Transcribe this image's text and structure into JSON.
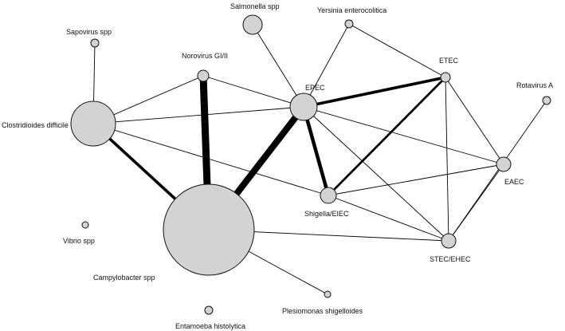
{
  "network": {
    "nodes": [
      {
        "id": "sapovirus",
        "label": "Sapovirus spp"
      },
      {
        "id": "salmonella",
        "label": "Salmonella spp"
      },
      {
        "id": "yersinia",
        "label": "Yersinia enterocolitica"
      },
      {
        "id": "norovirus",
        "label": "Norovirus GI/II"
      },
      {
        "id": "etec",
        "label": "ETEC"
      },
      {
        "id": "epec",
        "label": "EPEC"
      },
      {
        "id": "rotavirus",
        "label": "Rotavirus A"
      },
      {
        "id": "cdiff",
        "label": "Clostridioides difficile"
      },
      {
        "id": "eaec",
        "label": "EAEC"
      },
      {
        "id": "shigella",
        "label": "Shigella/EIEC"
      },
      {
        "id": "vibrio",
        "label": "Vibrio spp"
      },
      {
        "id": "stec",
        "label": "STEC/EHEC"
      },
      {
        "id": "campylobacter",
        "label": "Campylobacter spp"
      },
      {
        "id": "plesiomonas",
        "label": "Plesiomonas shigelloides"
      },
      {
        "id": "entamoeba",
        "label": "Entamoeba histolytica"
      }
    ],
    "edges": [
      {
        "from": "sapovirus",
        "to": "cdiff",
        "weight": 1
      },
      {
        "from": "cdiff",
        "to": "norovirus",
        "weight": 1
      },
      {
        "from": "cdiff",
        "to": "epec",
        "weight": 1
      },
      {
        "from": "cdiff",
        "to": "shigella",
        "weight": 1
      },
      {
        "from": "cdiff",
        "to": "campylobacter",
        "weight": 4
      },
      {
        "from": "norovirus",
        "to": "epec",
        "weight": 1
      },
      {
        "from": "norovirus",
        "to": "campylobacter",
        "weight": 10
      },
      {
        "from": "salmonella",
        "to": "epec",
        "weight": 1
      },
      {
        "from": "yersinia",
        "to": "epec",
        "weight": 1
      },
      {
        "from": "yersinia",
        "to": "etec",
        "weight": 1
      },
      {
        "from": "epec",
        "to": "etec",
        "weight": 4
      },
      {
        "from": "epec",
        "to": "shigella",
        "weight": 5
      },
      {
        "from": "epec",
        "to": "campylobacter",
        "weight": 9
      },
      {
        "from": "epec",
        "to": "eaec",
        "weight": 1
      },
      {
        "from": "epec",
        "to": "stec",
        "weight": 1
      },
      {
        "from": "etec",
        "to": "shigella",
        "weight": 3
      },
      {
        "from": "etec",
        "to": "eaec",
        "weight": 1
      },
      {
        "from": "etec",
        "to": "stec",
        "weight": 1
      },
      {
        "from": "rotavirus",
        "to": "stec",
        "weight": 1
      },
      {
        "from": "eaec",
        "to": "stec",
        "weight": 1
      },
      {
        "from": "shigella",
        "to": "eaec",
        "weight": 1
      },
      {
        "from": "shigella",
        "to": "stec",
        "weight": 1
      },
      {
        "from": "campylobacter",
        "to": "stec",
        "weight": 1
      },
      {
        "from": "campylobacter",
        "to": "plesiomonas",
        "weight": 1
      }
    ]
  }
}
